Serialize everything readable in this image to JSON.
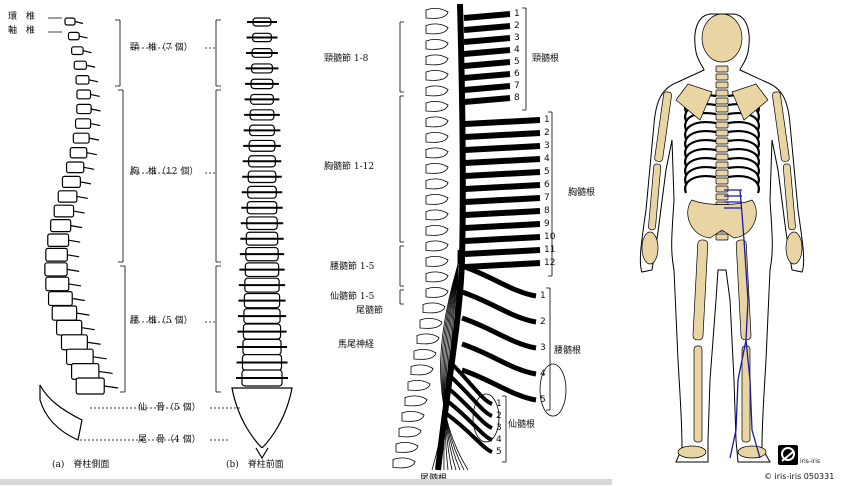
{
  "left_panel": {
    "labels_left": [
      "環　椎",
      "軸　椎"
    ],
    "labels_right": [
      "頸　椎（7 個）",
      "胸　椎（12 個）",
      "腰　椎（5 個）",
      "仙　骨（5 個）",
      "尾　骨（4 個）"
    ],
    "caption_a": "(a)　脊柱側面",
    "caption_b": "(b)　脊柱前面"
  },
  "middle_panel": {
    "left_labels": [
      "頸髄節 1-8",
      "胸髄節 1-12",
      "腰髄節 1-5",
      "仙髄節 1-5",
      "尾髄節",
      "馬尾神経",
      "尾髄根"
    ],
    "right_labels": [
      "頸髄根",
      "胸髄根",
      "腰髄根",
      "仙髄根"
    ],
    "cervical_numbers": [
      "1",
      "2",
      "3",
      "4",
      "5",
      "6",
      "7",
      "8"
    ],
    "thoracic_numbers": [
      "1",
      "2",
      "3",
      "4",
      "5",
      "6",
      "7",
      "8",
      "9",
      "10",
      "11",
      "12"
    ],
    "lumbar_numbers": [
      "1",
      "2",
      "3",
      "4",
      "5"
    ],
    "sacral_numbers": [
      "1",
      "2",
      "3",
      "4",
      "5"
    ]
  },
  "right_panel": {
    "credit": "© iris-iris  050331",
    "logo_text": "iris-iris",
    "skeleton_color": "#e8d5a3",
    "outline_color": "#000000",
    "nerve_color": "#1a1aa8"
  }
}
